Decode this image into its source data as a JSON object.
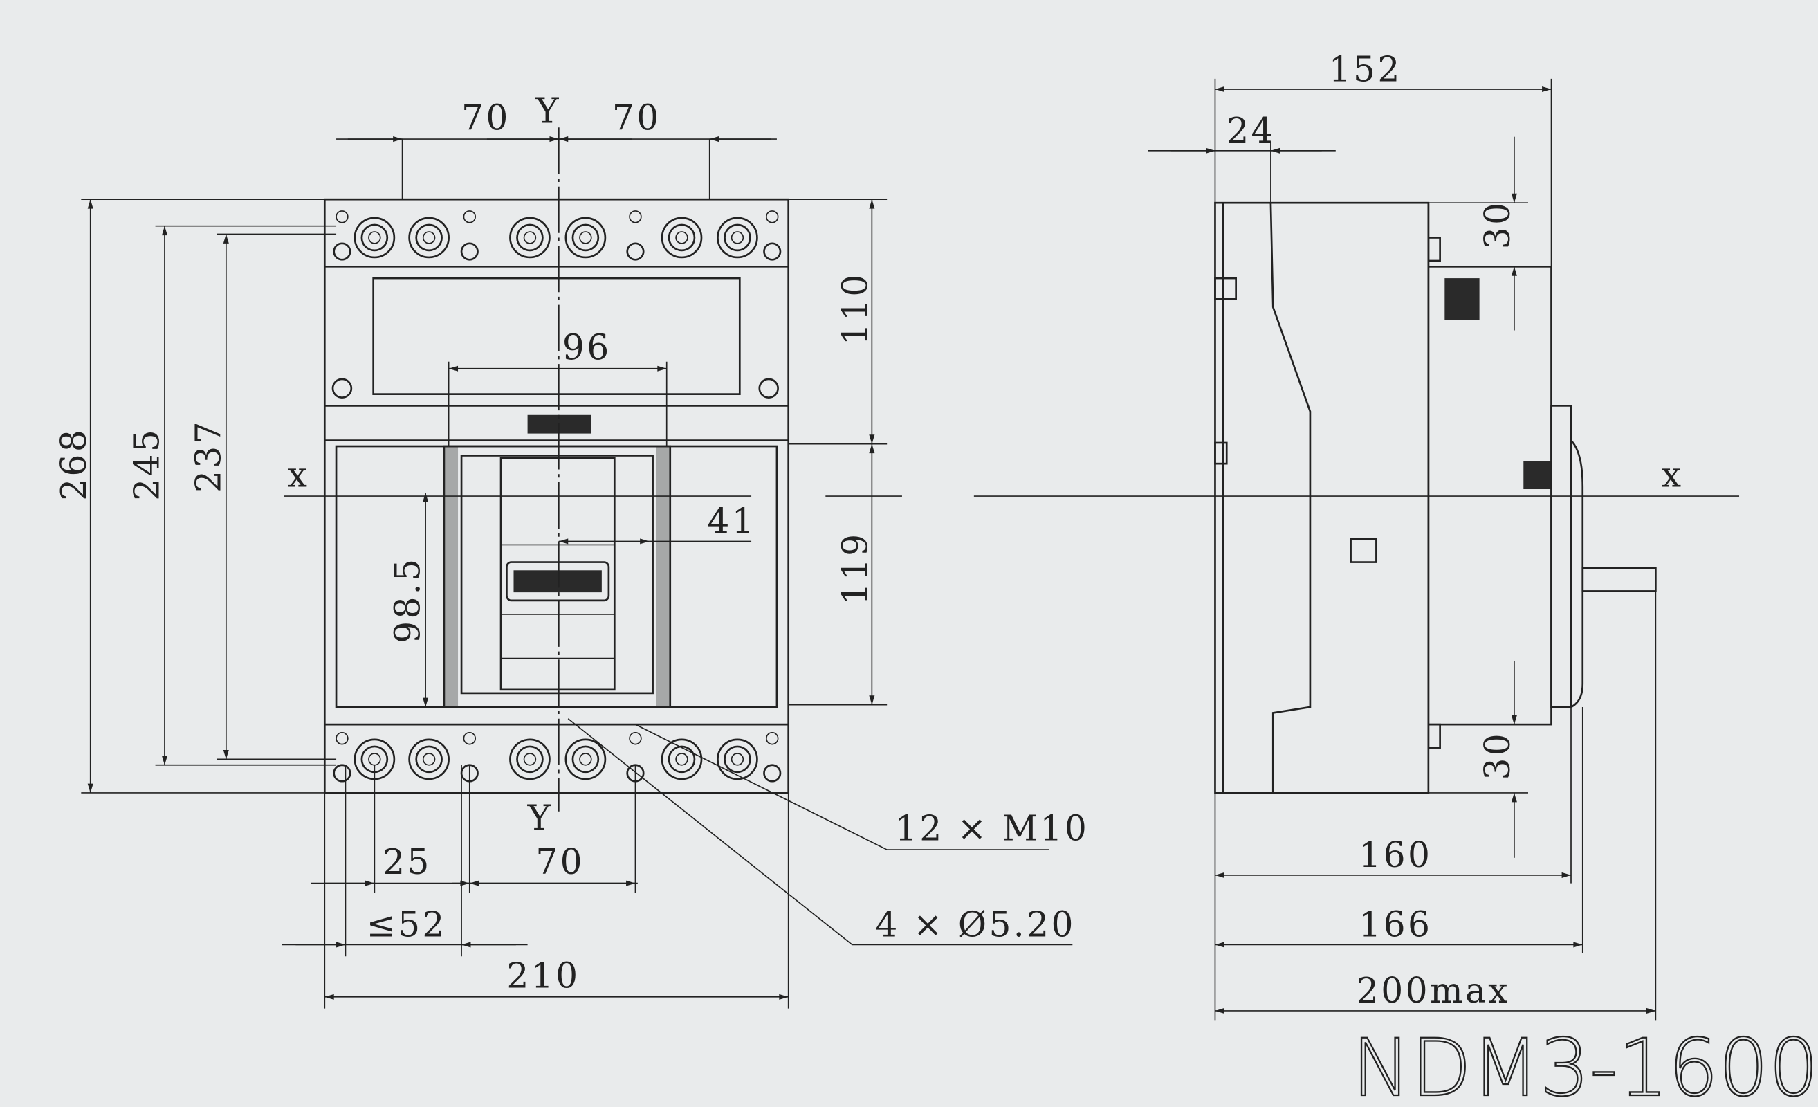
{
  "title": "NDM3-1600",
  "front_view": {
    "dims": {
      "top_left_70": "70",
      "top_right_70": "70",
      "axis_y_top": "Y",
      "axis_y_bottom": "Y",
      "axis_x": "x",
      "h268": "268",
      "h245": "245",
      "h237": "237",
      "w96": "96",
      "h110": "110",
      "h119": "119",
      "d41": "41",
      "h98_5": "98.5",
      "w25": "25",
      "w70_bottom": "70",
      "w52": "≤52",
      "w210": "210",
      "terminals": "12 × M10",
      "holes": "4 × Ø5.20"
    }
  },
  "side_view": {
    "dims": {
      "w152": "152",
      "w24": "24",
      "h30_top": "30",
      "h30_bottom": "30",
      "axis_x": "x",
      "w160": "160",
      "w166": "166",
      "w200": "200max"
    }
  },
  "colors": {
    "background": "#e9ebec",
    "line": "#222222"
  }
}
